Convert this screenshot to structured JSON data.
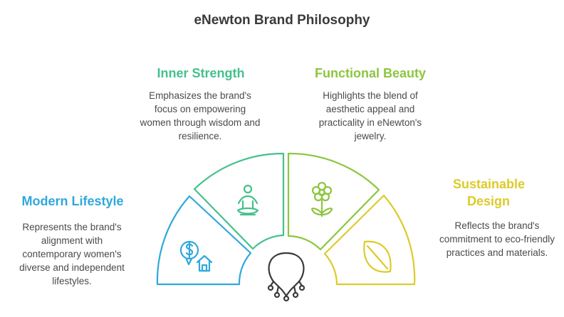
{
  "title": "eNewton Brand Philosophy",
  "colors": {
    "blue": "#2fa8dc",
    "teal": "#45c08c",
    "green": "#8cc63f",
    "yellow": "#dccb2a",
    "gray": "#3a3a3a"
  },
  "sections": [
    {
      "heading": "Modern Lifestyle",
      "description": "Represents the brand's alignment with contemporary women's diverse and independent lifestyles.",
      "icon": "money-house-icon",
      "color": "#2fa8dc"
    },
    {
      "heading": "Inner Strength",
      "description": "Emphasizes the brand's focus on empowering women through wisdom and resilience.",
      "icon": "meditation-icon",
      "color": "#45c08c"
    },
    {
      "heading": "Functional Beauty",
      "description": "Highlights the blend of aesthetic appeal and practicality in eNewton's jewelry.",
      "icon": "flower-icon",
      "color": "#8cc63f"
    },
    {
      "heading": "Sustainable Design",
      "description": "Reflects the brand's commitment to eco-friendly practices and materials.",
      "icon": "leaf-icon",
      "color": "#dccb2a"
    }
  ],
  "center_icon": "necklace-icon"
}
